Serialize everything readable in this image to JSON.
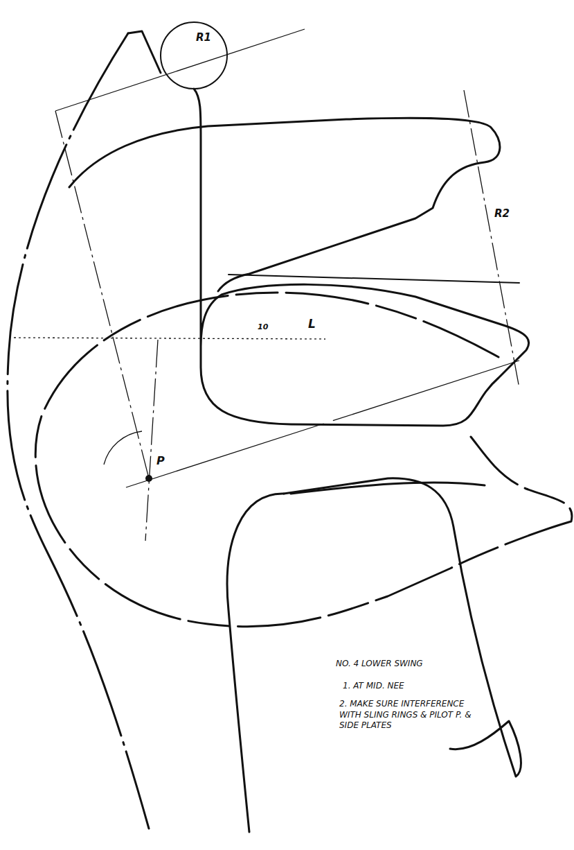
{
  "diagram": {
    "labels": [
      "R1",
      "R2",
      "L",
      "10",
      "P",
      "NO. 4 LOWER SWING",
      "1. AT MID. NEE",
      "2. MAKE SURE INTERFERENCE WITH SLING RINGS & PILOT P. & SIDE PLATES"
    ]
  }
}
